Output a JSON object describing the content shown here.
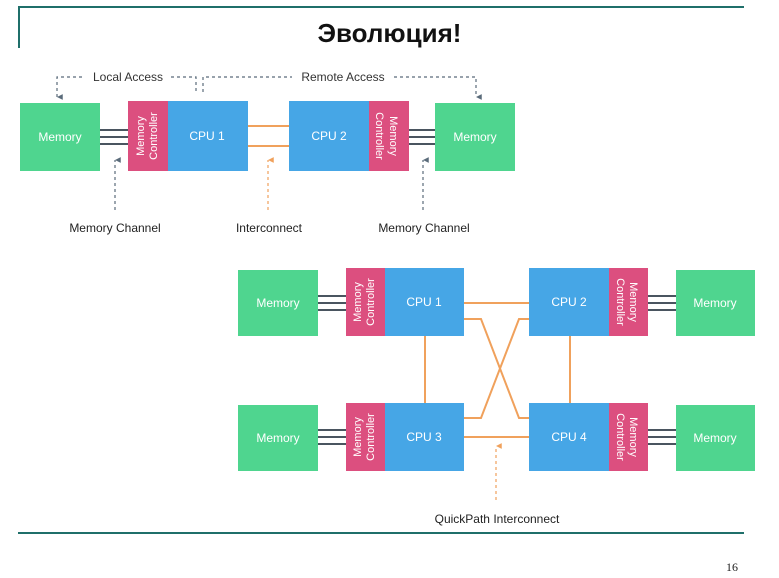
{
  "title": "Эволюция!",
  "page_number": "16",
  "colors": {
    "memory": "#4fd58f",
    "controller": "#dc4f7f",
    "cpu": "#46a6e6",
    "interconnect": "#f0a15c",
    "channel": "#4a5560",
    "frame": "#1f6f6a"
  },
  "top_diagram": {
    "local_access": "Local Access",
    "remote_access": "Remote Access",
    "memory_left": "Memory",
    "memory_right": "Memory",
    "controller_left": [
      "Memory",
      "Controller"
    ],
    "controller_right": [
      "Memory",
      "Controller"
    ],
    "cpu1": "CPU 1",
    "cpu2": "CPU 2",
    "memory_channel_left": "Memory Channel",
    "interconnect": "Interconnect",
    "memory_channel_right": "Memory Channel"
  },
  "bottom_diagram": {
    "memory_tl": "Memory",
    "memory_tr": "Memory",
    "memory_bl": "Memory",
    "memory_br": "Memory",
    "controller": [
      "Memory",
      "Controller"
    ],
    "cpu1": "CPU 1",
    "cpu2": "CPU 2",
    "cpu3": "CPU 3",
    "cpu4": "CPU 4",
    "quickpath": "QuickPath Interconnect"
  }
}
